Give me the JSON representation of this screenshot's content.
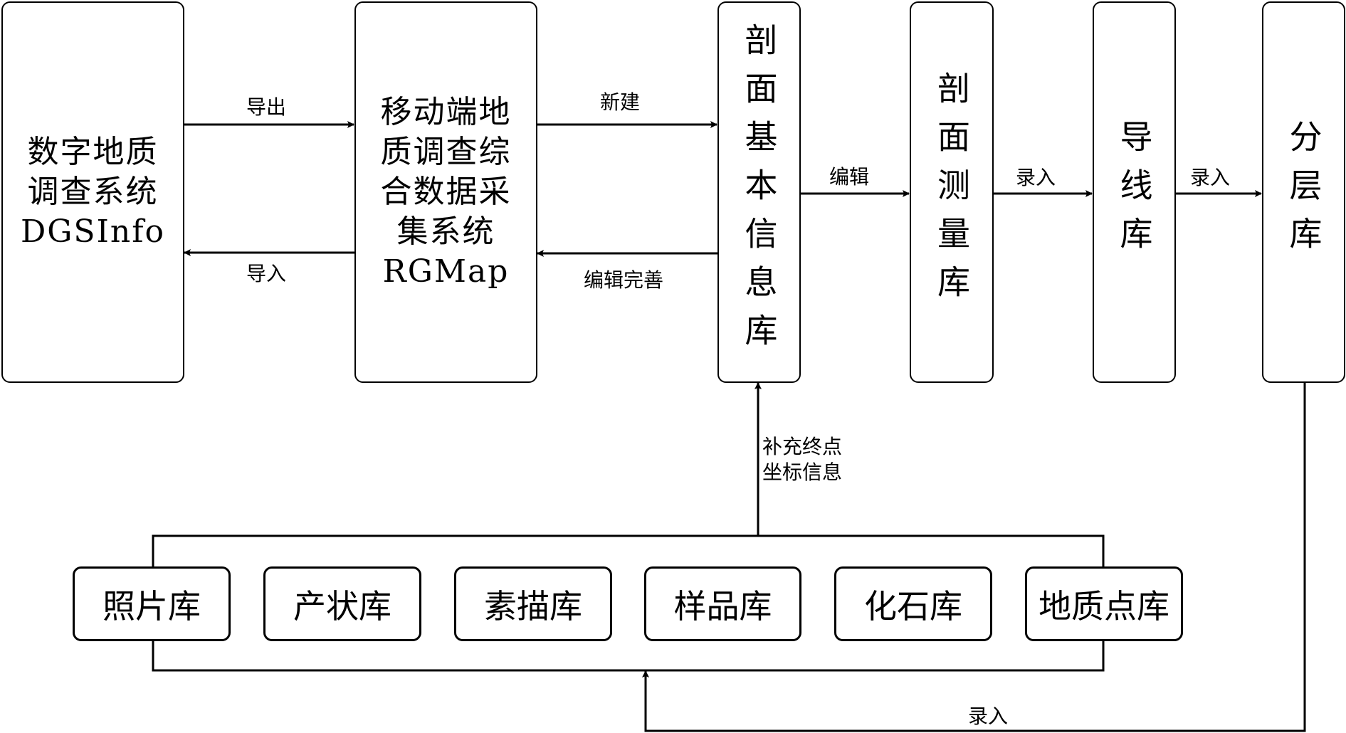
{
  "diagram": {
    "top_nodes": [
      {
        "id": "dgsinfo",
        "lines": [
          "数字地质",
          "调查系统",
          "DGSInfo"
        ]
      },
      {
        "id": "rgmap",
        "lines": [
          "移动端地",
          "质调查综",
          "合数据采",
          "集系统",
          "RGMap"
        ]
      },
      {
        "id": "section_basic",
        "label": "剖面基本信息库"
      },
      {
        "id": "section_measure",
        "label": "剖面测量库"
      },
      {
        "id": "traverse",
        "label": "导线库"
      },
      {
        "id": "layer",
        "label": "分层库"
      }
    ],
    "bottom_nodes": [
      {
        "id": "photo",
        "label": "照片库"
      },
      {
        "id": "attitude",
        "label": "产状库"
      },
      {
        "id": "sketch",
        "label": "素描库"
      },
      {
        "id": "sample",
        "label": "样品库"
      },
      {
        "id": "fossil",
        "label": "化石库"
      },
      {
        "id": "geopoint",
        "label": "地质点库"
      }
    ],
    "edges": [
      {
        "from": "dgsinfo",
        "to": "rgmap",
        "label": "导出"
      },
      {
        "from": "rgmap",
        "to": "dgsinfo",
        "label": "导入"
      },
      {
        "from": "rgmap",
        "to": "section_basic",
        "label": "新建"
      },
      {
        "from": "section_basic",
        "to": "rgmap",
        "label": "编辑完善"
      },
      {
        "from": "section_basic",
        "to": "section_measure",
        "label": "编辑"
      },
      {
        "from": "section_measure",
        "to": "traverse",
        "label": "录入"
      },
      {
        "from": "traverse",
        "to": "layer",
        "label": "录入"
      },
      {
        "from": "bottom_group",
        "to": "section_basic",
        "label": "补充终点\n坐标信息"
      },
      {
        "from": "layer",
        "to": "bottom_group",
        "label": "录入"
      }
    ]
  }
}
